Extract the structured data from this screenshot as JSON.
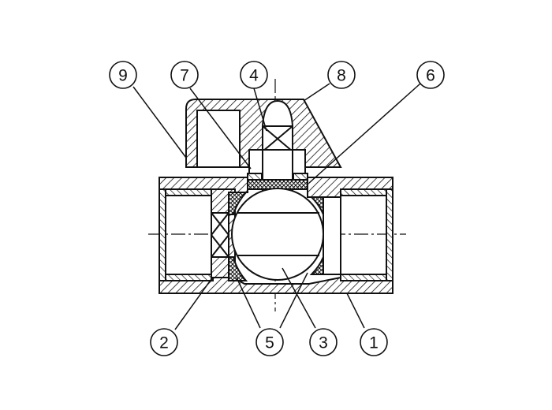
{
  "diagram": {
    "type": "ball-valve-cross-section",
    "callouts": [
      {
        "id": "callout-1",
        "label": "1"
      },
      {
        "id": "callout-2",
        "label": "2"
      },
      {
        "id": "callout-3",
        "label": "3"
      },
      {
        "id": "callout-4",
        "label": "4"
      },
      {
        "id": "callout-5",
        "label": "5"
      },
      {
        "id": "callout-6",
        "label": "6"
      },
      {
        "id": "callout-7",
        "label": "7"
      },
      {
        "id": "callout-8",
        "label": "8"
      },
      {
        "id": "callout-9",
        "label": "9"
      }
    ],
    "colors": {
      "line": "#111111",
      "background": "#ffffff"
    }
  }
}
